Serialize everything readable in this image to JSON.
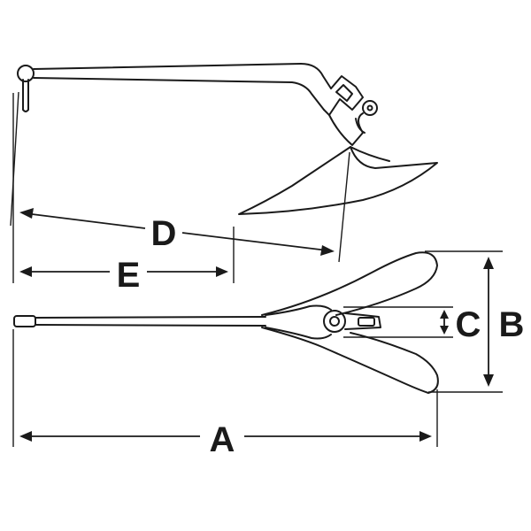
{
  "labels": {
    "a": "A",
    "b": "B",
    "c": "C",
    "d": "D",
    "e": "E"
  },
  "colors": {
    "line": "#1a1a1a",
    "background": "#ffffff"
  }
}
